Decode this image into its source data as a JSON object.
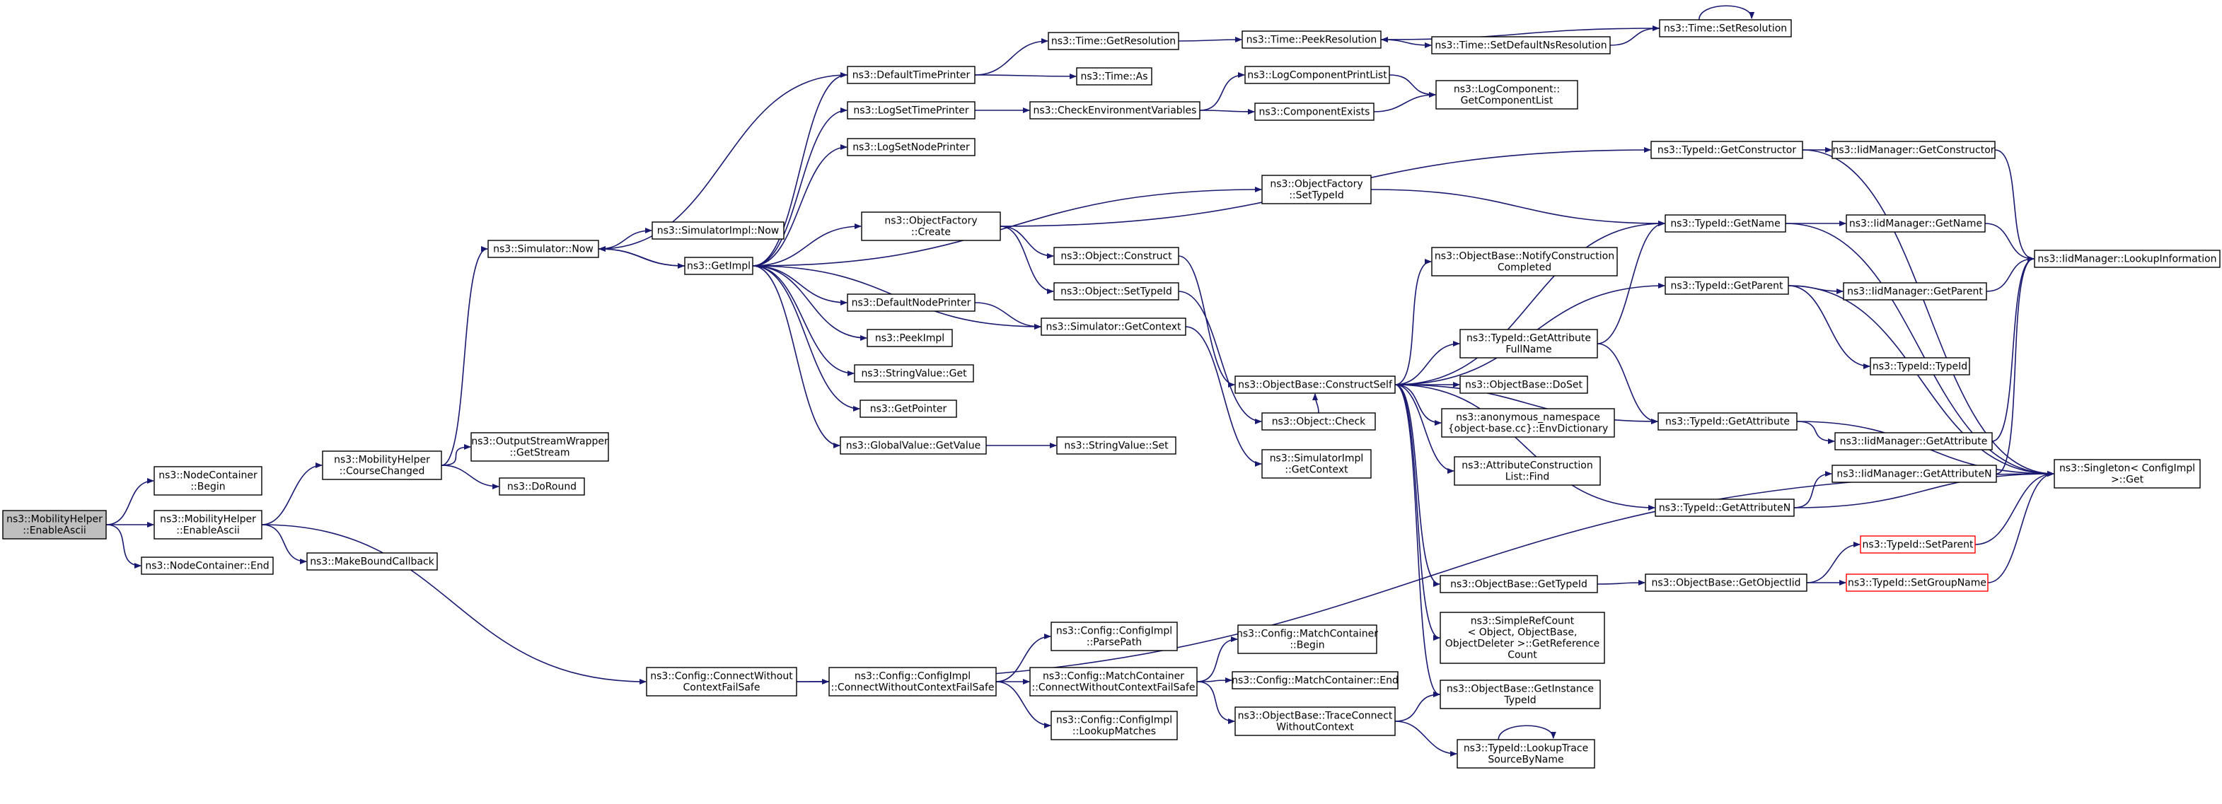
{
  "colors": {
    "edge": "#191970",
    "node_border": "#000000",
    "truncated_border": "#ff0000",
    "root_fill": "#bfbfbf",
    "background": "#ffffff"
  },
  "nodes": [
    {
      "id": "root",
      "lines": [
        "ns3::MobilityHelper",
        "::EnableAscii"
      ],
      "style": "root"
    },
    {
      "id": "nc_begin",
      "lines": [
        "ns3::NodeContainer",
        "::Begin"
      ]
    },
    {
      "id": "mh_enable",
      "lines": [
        "ns3::MobilityHelper",
        "::EnableAscii"
      ]
    },
    {
      "id": "nc_end",
      "lines": [
        "ns3::NodeContainer::End"
      ]
    },
    {
      "id": "mh_course",
      "lines": [
        "ns3::MobilityHelper",
        "::CourseChanged"
      ]
    },
    {
      "id": "makebound",
      "lines": [
        "ns3::MakeBoundCallback"
      ]
    },
    {
      "id": "sim_now",
      "lines": [
        "ns3::Simulator::Now"
      ]
    },
    {
      "id": "osw_getstream",
      "lines": [
        "ns3::OutputStreamWrapper",
        "::GetStream"
      ]
    },
    {
      "id": "doround",
      "lines": [
        "ns3::DoRound"
      ]
    },
    {
      "id": "cfg_cwcfs",
      "lines": [
        "ns3::Config::ConnectWithout",
        "ContextFailSafe"
      ]
    },
    {
      "id": "simimpl_now",
      "lines": [
        "ns3::SimulatorImpl::Now"
      ]
    },
    {
      "id": "getimpl",
      "lines": [
        "ns3::GetImpl"
      ]
    },
    {
      "id": "cfgimpl_cwcfs",
      "lines": [
        "ns3::Config::ConfigImpl",
        "::ConnectWithoutContextFailSafe"
      ]
    },
    {
      "id": "defaulttimeprinter",
      "lines": [
        "ns3::DefaultTimePrinter"
      ]
    },
    {
      "id": "logsettimeprinter",
      "lines": [
        "ns3::LogSetTimePrinter"
      ]
    },
    {
      "id": "logsetnodeprinter",
      "lines": [
        "ns3::LogSetNodePrinter"
      ]
    },
    {
      "id": "objfactory_create",
      "lines": [
        "ns3::ObjectFactory",
        "::Create"
      ]
    },
    {
      "id": "defaultnodeprinter",
      "lines": [
        "ns3::DefaultNodePrinter"
      ]
    },
    {
      "id": "peekimpl",
      "lines": [
        "ns3::PeekImpl"
      ]
    },
    {
      "id": "stringvalue_get",
      "lines": [
        "ns3::StringValue::Get"
      ]
    },
    {
      "id": "getpointer",
      "lines": [
        "ns3::GetPointer"
      ]
    },
    {
      "id": "globalvalue_getvalue",
      "lines": [
        "ns3::GlobalValue::GetValue"
      ]
    },
    {
      "id": "cfgimpl_parsepath",
      "lines": [
        "ns3::Config::ConfigImpl",
        "::ParsePath"
      ]
    },
    {
      "id": "mc_cwcfs",
      "lines": [
        "ns3::Config::MatchContainer",
        "::ConnectWithoutContextFailSafe"
      ]
    },
    {
      "id": "cfgimpl_lookup",
      "lines": [
        "ns3::Config::ConfigImpl",
        "::LookupMatches"
      ]
    },
    {
      "id": "time_getres",
      "lines": [
        "ns3::Time::GetResolution"
      ]
    },
    {
      "id": "time_as",
      "lines": [
        "ns3::Time::As"
      ]
    },
    {
      "id": "checkenv",
      "lines": [
        "ns3::CheckEnvironmentVariables"
      ]
    },
    {
      "id": "obj_construct",
      "lines": [
        "ns3::Object::Construct"
      ]
    },
    {
      "id": "obj_settypeid",
      "lines": [
        "ns3::Object::SetTypeId"
      ]
    },
    {
      "id": "sim_getcontext",
      "lines": [
        "ns3::Simulator::GetContext"
      ]
    },
    {
      "id": "stringvalue_set",
      "lines": [
        "ns3::StringValue::Set"
      ]
    },
    {
      "id": "time_peekres",
      "lines": [
        "ns3::Time::PeekResolution"
      ]
    },
    {
      "id": "logcompprintlist",
      "lines": [
        "ns3::LogComponentPrintList"
      ]
    },
    {
      "id": "componentexists",
      "lines": [
        "ns3::ComponentExists"
      ]
    },
    {
      "id": "objfactory_settypeid",
      "lines": [
        "ns3::ObjectFactory",
        "::SetTypeId"
      ]
    },
    {
      "id": "objbase_constructself",
      "lines": [
        "ns3::ObjectBase::ConstructSelf"
      ]
    },
    {
      "id": "obj_check",
      "lines": [
        "ns3::Object::Check"
      ]
    },
    {
      "id": "simimpl_getcontext",
      "lines": [
        "ns3::SimulatorImpl",
        "::GetContext"
      ]
    },
    {
      "id": "mc_begin",
      "lines": [
        "ns3::Config::MatchContainer",
        "::Begin"
      ]
    },
    {
      "id": "mc_end",
      "lines": [
        "ns3::Config::MatchContainer::End"
      ]
    },
    {
      "id": "objbase_traceconnect",
      "lines": [
        "ns3::ObjectBase::TraceConnect",
        "WithoutContext"
      ]
    },
    {
      "id": "time_setdefaultns",
      "lines": [
        "ns3::Time::SetDefaultNsResolution"
      ]
    },
    {
      "id": "time_setres",
      "lines": [
        "ns3::Time::SetResolution"
      ]
    },
    {
      "id": "logcomp_getlist",
      "lines": [
        "ns3::LogComponent::",
        "GetComponentList"
      ]
    },
    {
      "id": "typeid_getconstructor",
      "lines": [
        "ns3::TypeId::GetConstructor"
      ]
    },
    {
      "id": "typeid_getname",
      "lines": [
        "ns3::TypeId::GetName"
      ]
    },
    {
      "id": "objbase_notify",
      "lines": [
        "ns3::ObjectBase::NotifyConstruction",
        "Completed"
      ]
    },
    {
      "id": "typeid_getattrfullname",
      "lines": [
        "ns3::TypeId::GetAttribute",
        "FullName"
      ]
    },
    {
      "id": "objbase_doset",
      "lines": [
        "ns3::ObjectBase::DoSet"
      ]
    },
    {
      "id": "anon_envdict",
      "lines": [
        "ns3::anonymous_namespace",
        "{object-base.cc}::EnvDictionary"
      ]
    },
    {
      "id": "attrconstr_find",
      "lines": [
        "ns3::AttributeConstruction",
        "List::Find"
      ]
    },
    {
      "id": "objbase_gettypeid",
      "lines": [
        "ns3::ObjectBase::GetTypeId"
      ]
    },
    {
      "id": "simplerefcount",
      "lines": [
        "ns3::SimpleRefCount",
        "< Object, ObjectBase,",
        "ObjectDeleter >::GetReference",
        "Count"
      ]
    },
    {
      "id": "objbase_getinstancetypeid",
      "lines": [
        "ns3::ObjectBase::GetInstance",
        "TypeId"
      ]
    },
    {
      "id": "typeid_lookuptrace",
      "lines": [
        "ns3::TypeId::LookupTrace",
        "SourceByName"
      ]
    },
    {
      "id": "typeid_getparent",
      "lines": [
        "ns3::TypeId::GetParent"
      ]
    },
    {
      "id": "typeid_getattribute",
      "lines": [
        "ns3::TypeId::GetAttribute"
      ]
    },
    {
      "id": "typeid_getattributen",
      "lines": [
        "ns3::TypeId::GetAttributeN"
      ]
    },
    {
      "id": "objbase_getobjectiid",
      "lines": [
        "ns3::ObjectBase::GetObjectIid"
      ]
    },
    {
      "id": "iid_getconstructor",
      "lines": [
        "ns3::IidManager::GetConstructor"
      ]
    },
    {
      "id": "iid_getname",
      "lines": [
        "ns3::IidManager::GetName"
      ]
    },
    {
      "id": "iid_getparent",
      "lines": [
        "ns3::IidManager::GetParent"
      ]
    },
    {
      "id": "typeid_typeid",
      "lines": [
        "ns3::TypeId::TypeId"
      ]
    },
    {
      "id": "iid_getattribute",
      "lines": [
        "ns3::IidManager::GetAttribute"
      ]
    },
    {
      "id": "iid_getattributen",
      "lines": [
        "ns3::IidManager::GetAttributeN"
      ]
    },
    {
      "id": "typeid_setparent",
      "lines": [
        "ns3::TypeId::SetParent"
      ],
      "style": "truncated"
    },
    {
      "id": "typeid_setgroupname",
      "lines": [
        "ns3::TypeId::SetGroupName"
      ],
      "style": "truncated"
    },
    {
      "id": "iid_lookupinfo",
      "lines": [
        "ns3::IidManager::LookupInformation"
      ]
    },
    {
      "id": "singleton_get",
      "lines": [
        "ns3::Singleton< ConfigImpl",
        ">::Get"
      ]
    }
  ],
  "edges": [
    [
      "root",
      "nc_begin"
    ],
    [
      "root",
      "mh_enable"
    ],
    [
      "root",
      "nc_end"
    ],
    [
      "mh_enable",
      "mh_course"
    ],
    [
      "mh_enable",
      "makebound"
    ],
    [
      "mh_enable",
      "cfg_cwcfs"
    ],
    [
      "mh_course",
      "sim_now"
    ],
    [
      "mh_course",
      "osw_getstream"
    ],
    [
      "mh_course",
      "doround"
    ],
    [
      "sim_now",
      "simimpl_now"
    ],
    [
      "sim_now",
      "getimpl"
    ],
    [
      "getimpl",
      "sim_now"
    ],
    [
      "getimpl",
      "defaulttimeprinter"
    ],
    [
      "getimpl",
      "logsettimeprinter"
    ],
    [
      "getimpl",
      "logsetnodeprinter"
    ],
    [
      "getimpl",
      "objfactory_create"
    ],
    [
      "getimpl",
      "defaultnodeprinter"
    ],
    [
      "getimpl",
      "peekimpl"
    ],
    [
      "getimpl",
      "stringvalue_get"
    ],
    [
      "getimpl",
      "getpointer"
    ],
    [
      "getimpl",
      "globalvalue_getvalue"
    ],
    [
      "getimpl",
      "sim_getcontext"
    ],
    [
      "getimpl",
      "objfactory_settypeid"
    ],
    [
      "defaulttimeprinter",
      "time_getres"
    ],
    [
      "defaulttimeprinter",
      "time_as"
    ],
    [
      "defaulttimeprinter",
      "sim_now"
    ],
    [
      "logsettimeprinter",
      "checkenv"
    ],
    [
      "checkenv",
      "logcompprintlist"
    ],
    [
      "checkenv",
      "componentexists"
    ],
    [
      "logcompprintlist",
      "logcomp_getlist"
    ],
    [
      "componentexists",
      "logcomp_getlist"
    ],
    [
      "time_getres",
      "time_peekres"
    ],
    [
      "time_peekres",
      "time_setdefaultns"
    ],
    [
      "time_setdefaultns",
      "time_setres"
    ],
    [
      "time_setres",
      "time_peekres"
    ],
    [
      "time_setres",
      "time_setres"
    ],
    [
      "objfactory_create",
      "obj_construct"
    ],
    [
      "objfactory_create",
      "obj_settypeid"
    ],
    [
      "objfactory_create",
      "typeid_getconstructor"
    ],
    [
      "defaultnodeprinter",
      "sim_getcontext"
    ],
    [
      "globalvalue_getvalue",
      "stringvalue_set"
    ],
    [
      "obj_construct",
      "objbase_constructself"
    ],
    [
      "obj_settypeid",
      "obj_check"
    ],
    [
      "sim_getcontext",
      "simimpl_getcontext"
    ],
    [
      "objfactory_settypeid",
      "typeid_getname"
    ],
    [
      "objbase_constructself",
      "typeid_getname"
    ],
    [
      "objbase_constructself",
      "objbase_notify"
    ],
    [
      "objbase_constructself",
      "typeid_getparent"
    ],
    [
      "objbase_constructself",
      "typeid_getattrfullname"
    ],
    [
      "objbase_constructself",
      "objbase_doset"
    ],
    [
      "objbase_constructself",
      "anon_envdict"
    ],
    [
      "objbase_constructself",
      "attrconstr_find"
    ],
    [
      "objbase_constructself",
      "typeid_getattribute"
    ],
    [
      "objbase_constructself",
      "typeid_getattributen"
    ],
    [
      "objbase_constructself",
      "objbase_gettypeid"
    ],
    [
      "objbase_constructself",
      "simplerefcount"
    ],
    [
      "objbase_constructself",
      "objbase_getinstancetypeid"
    ],
    [
      "obj_check",
      "objbase_constructself"
    ],
    [
      "typeid_getattrfullname",
      "typeid_getname"
    ],
    [
      "typeid_getattrfullname",
      "typeid_getattribute"
    ],
    [
      "typeid_getconstructor",
      "iid_getconstructor"
    ],
    [
      "typeid_getconstructor",
      "singleton_get"
    ],
    [
      "typeid_getname",
      "iid_getname"
    ],
    [
      "typeid_getname",
      "singleton_get"
    ],
    [
      "typeid_getparent",
      "iid_getparent"
    ],
    [
      "typeid_getparent",
      "typeid_typeid"
    ],
    [
      "typeid_getparent",
      "singleton_get"
    ],
    [
      "typeid_getattribute",
      "iid_getattribute"
    ],
    [
      "typeid_getattribute",
      "singleton_get"
    ],
    [
      "typeid_getattributen",
      "iid_getattributen"
    ],
    [
      "typeid_getattributen",
      "singleton_get"
    ],
    [
      "objbase_gettypeid",
      "objbase_getobjectiid"
    ],
    [
      "objbase_getobjectiid",
      "typeid_setparent"
    ],
    [
      "objbase_getobjectiid",
      "typeid_setgroupname"
    ],
    [
      "typeid_setparent",
      "singleton_get"
    ],
    [
      "typeid_setgroupname",
      "singleton_get"
    ],
    [
      "iid_getconstructor",
      "iid_lookupinfo"
    ],
    [
      "iid_getname",
      "iid_lookupinfo"
    ],
    [
      "iid_getparent",
      "iid_lookupinfo"
    ],
    [
      "iid_getattribute",
      "iid_lookupinfo"
    ],
    [
      "iid_getattributen",
      "iid_lookupinfo"
    ],
    [
      "cfg_cwcfs",
      "cfgimpl_cwcfs"
    ],
    [
      "cfg_cwcfs",
      "singleton_get"
    ],
    [
      "cfgimpl_cwcfs",
      "cfgimpl_parsepath"
    ],
    [
      "cfgimpl_cwcfs",
      "mc_cwcfs"
    ],
    [
      "cfgimpl_cwcfs",
      "cfgimpl_lookup"
    ],
    [
      "mc_cwcfs",
      "mc_begin"
    ],
    [
      "mc_cwcfs",
      "mc_end"
    ],
    [
      "mc_cwcfs",
      "objbase_traceconnect"
    ],
    [
      "objbase_traceconnect",
      "objbase_getinstancetypeid"
    ],
    [
      "objbase_traceconnect",
      "typeid_lookuptrace"
    ],
    [
      "typeid_lookuptrace",
      "typeid_lookuptrace"
    ]
  ]
}
